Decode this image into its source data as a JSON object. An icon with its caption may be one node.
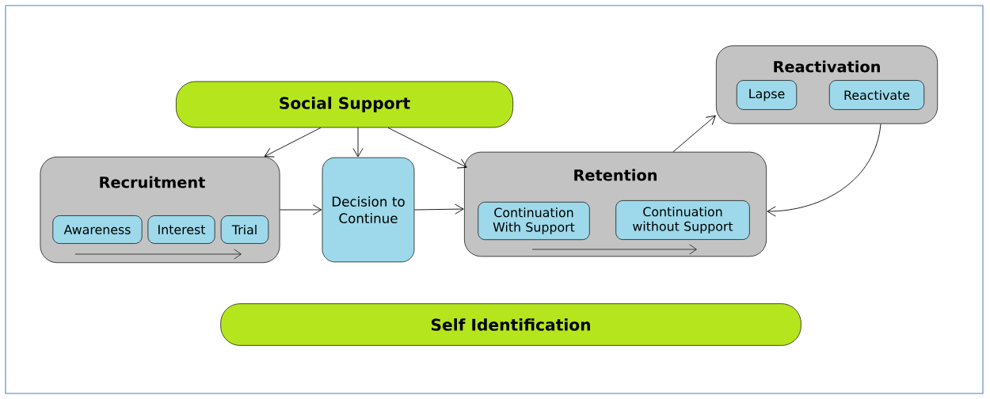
{
  "diagram": {
    "nodes": [
      {
        "text": [
          "Social Support"
        ]
      },
      {
        "text": [
          "Recruitment"
        ]
      },
      {
        "text": [
          "Awareness"
        ],
        "in": 1
      },
      {
        "text": [
          "Interest"
        ],
        "in": 1
      },
      {
        "text": [
          "Trial"
        ],
        "in": 1
      },
      {
        "text": [
          "Decision to Continue"
        ]
      },
      {
        "text": [
          "Retention"
        ]
      },
      {
        "text": [
          "Continuation With Support"
        ],
        "in": 6
      },
      {
        "text": [
          "Continuation without Support"
        ],
        "in": 6
      },
      {
        "text": [
          "Reactivation"
        ]
      },
      {
        "text": [
          "Lapse"
        ],
        "in": 9
      },
      {
        "text": [
          "Reactivate"
        ],
        "in": 9
      },
      {
        "text": [
          "Self Identification"
        ]
      }
    ],
    "edges": [
      {
        "from": 0,
        "to": 1,
        "arrow": "to"
      },
      {
        "from": 0,
        "to": 5,
        "arrow": "to"
      },
      {
        "from": 0,
        "to": 6,
        "arrow": "to"
      },
      {
        "from": 1,
        "to": 5,
        "arrow": "to"
      },
      {
        "from": 5,
        "to": 6,
        "arrow": "to"
      },
      {
        "from": 6,
        "to": 9,
        "arrow": "to"
      },
      {
        "from": 9,
        "to": 6,
        "arrow": "to"
      }
    ]
  }
}
